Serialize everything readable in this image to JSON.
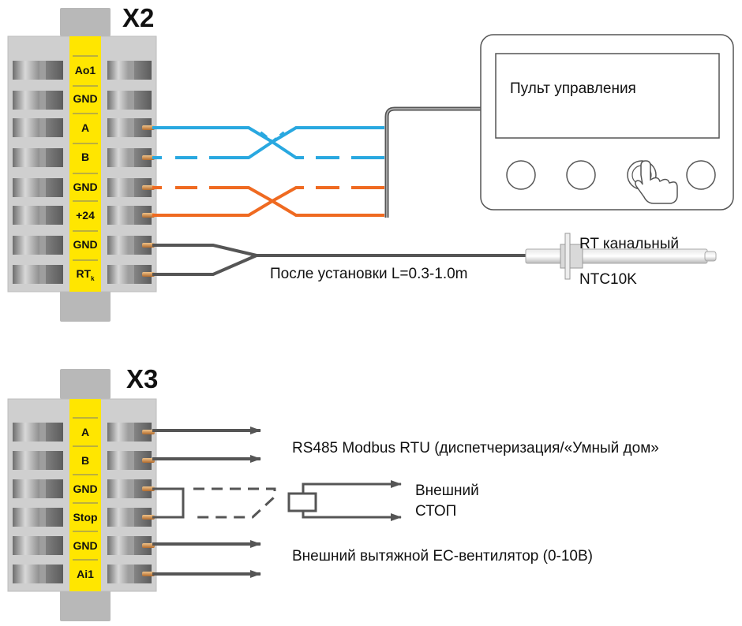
{
  "x2": {
    "title": "X2",
    "terminals": [
      "Ao1",
      "GND",
      "A",
      "B",
      "GND",
      "+24",
      "GND",
      "RT"
    ],
    "rt_subscript": "k"
  },
  "x3": {
    "title": "X3",
    "terminals": [
      "A",
      "B",
      "GND",
      "Stop",
      "GND",
      "Ai1"
    ]
  },
  "control_panel": {
    "label": "Пульт управления"
  },
  "sensor": {
    "label": "RT канальный",
    "type": "NTC10K",
    "cable_note": "После установки L=0.3-1.0m"
  },
  "outputs": {
    "rs485": "RS485 Modbus RTU (диспетчеризация/«Умный дом»",
    "stop_line1": "Внешний",
    "stop_line2": "СТОП",
    "fan": "Внешний вытяжной EC-вентилятор (0-10В)"
  },
  "colors": {
    "wire_blue": "#29a8e0",
    "wire_orange": "#ef6a21",
    "wire_gray": "#555555",
    "label_yellow": "#ffe600",
    "terminal_body": "#cfcfcf"
  }
}
